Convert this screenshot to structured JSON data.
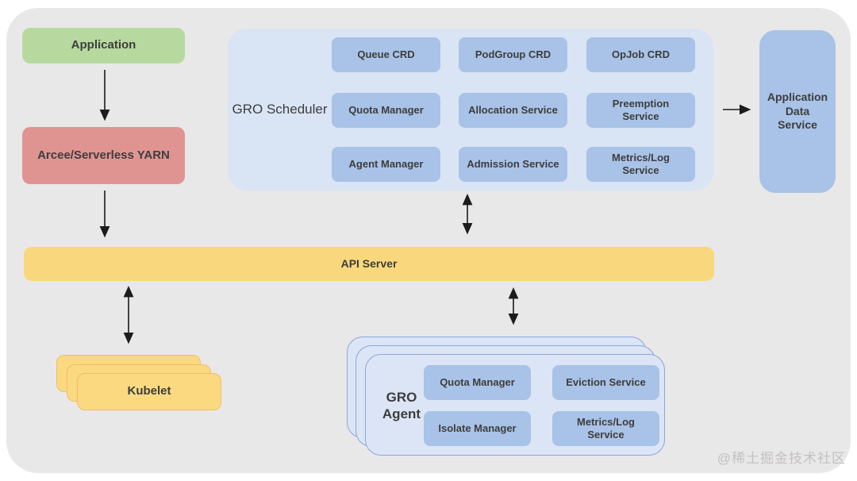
{
  "diagram": {
    "application": {
      "label": "Application"
    },
    "yarn": {
      "label": "Arcee/Serverless YARN"
    },
    "scheduler": {
      "label": "GRO Scheduler",
      "boxes": [
        "Queue CRD",
        "PodGroup CRD",
        "OpJob CRD",
        "Quota Manager",
        "Allocation Service",
        "Preemption\nService",
        "Agent Manager",
        "Admission Service",
        "Metrics/Log\nService"
      ]
    },
    "ads": {
      "label": "Application\nData\nService"
    },
    "api_server": {
      "label": "API Server"
    },
    "kubelet": {
      "label": "Kubelet"
    },
    "agent": {
      "label": "GRO\nAgent",
      "boxes": [
        "Quota Manager",
        "Eviction Service",
        "Isolate Manager",
        "Metrics/Log\nService"
      ]
    },
    "watermark": "@稀土掘金技术社区"
  },
  "colors": {
    "panel": "#e9e8e8",
    "green": "#b7d9a0",
    "red": "#e09492",
    "blue_light": "#d9e4f5",
    "blue_box": "#a9c2e7",
    "yellow": "#f9d77c",
    "yellow_fill": "#fbd981",
    "yellow_border": "#f0bc67",
    "agent_fill": "#dbe5f6",
    "agent_border": "#8ba6db",
    "text": "#3d3d3d",
    "arrow": "#1c1c1c",
    "watermark": "#c3c0c0"
  }
}
